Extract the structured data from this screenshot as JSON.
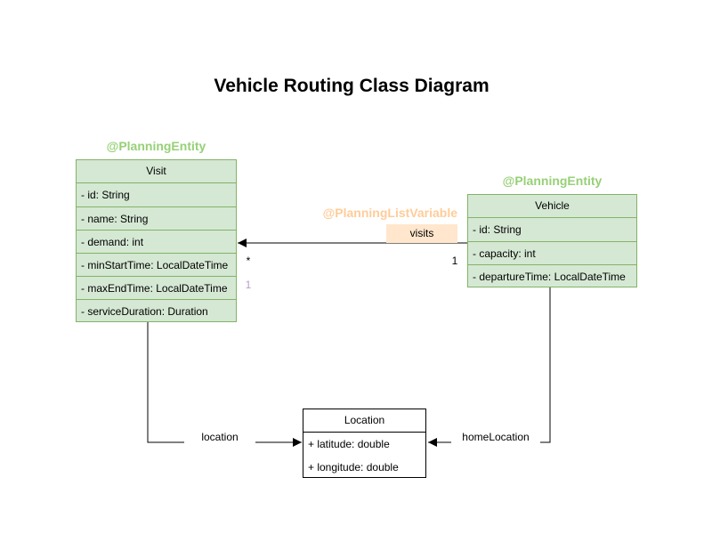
{
  "title": "Vehicle Routing Class Diagram",
  "classes": {
    "visit": {
      "annotation": "@PlanningEntity",
      "name": "Visit",
      "attributes": [
        "- id: String",
        "- name: String",
        "- demand: int",
        "- minStartTime: LocalDateTime",
        "- maxEndTime: LocalDateTime",
        "- serviceDuration: Duration"
      ]
    },
    "vehicle": {
      "annotation": "@PlanningEntity",
      "name": "Vehicle",
      "attributes": [
        "- id: String",
        "- capacity: int",
        "- departureTime: LocalDateTime"
      ]
    },
    "location": {
      "name": "Location",
      "attributes": [
        "+ latitude: double",
        "+ longitude: double"
      ]
    }
  },
  "relationships": {
    "visits": {
      "annotation": "@PlanningListVariable",
      "label": "visits",
      "from": "Vehicle",
      "to": "Visit",
      "target_multiplicity": "*",
      "source_multiplicity": "1",
      "secondary_multiplicity": "1"
    },
    "location": {
      "label": "location",
      "from": "Visit",
      "to": "Location"
    },
    "home_location": {
      "label": "homeLocation",
      "from": "Vehicle",
      "to": "Location"
    }
  },
  "colors": {
    "entity_fill": "#d5e8d4",
    "entity_border": "#82b366",
    "annotation_green": "#97d077",
    "annotation_orange": "#ffcc99",
    "visits_label_bg": "#ffe6cc",
    "secondary_multiplicity": "#b3a0cc",
    "plain_fill": "#ffffff",
    "line": "#000000"
  }
}
